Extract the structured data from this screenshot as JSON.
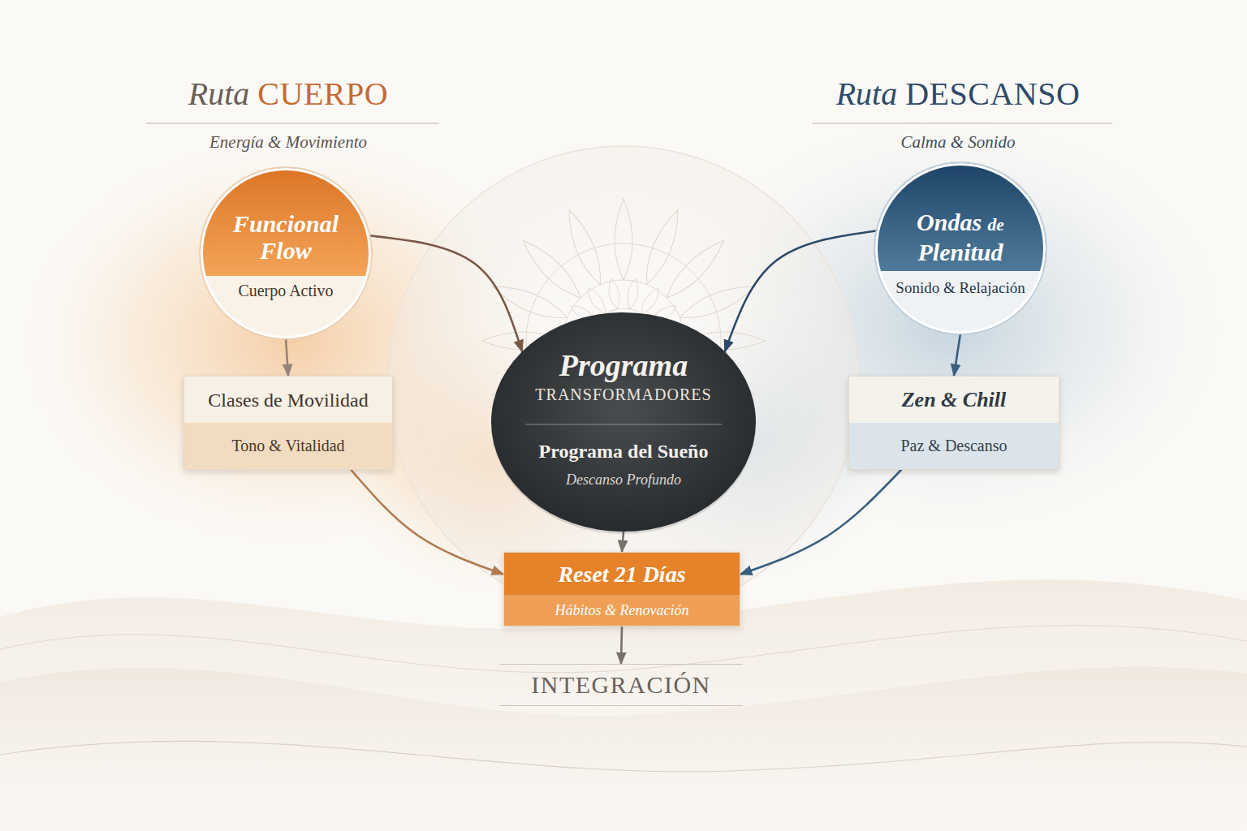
{
  "diagram": {
    "nodes": [
      {
        "text": [
          "Funcional Flow",
          "Cuerpo Activo"
        ]
      },
      {
        "text": [
          "Clases de Movilidad",
          "Tono & Vitalidad"
        ]
      },
      {
        "text": [
          "Programa",
          "TRANSFORMADORES",
          "Programa del Sueño",
          "Descanso Profundo"
        ]
      },
      {
        "text": [
          "Ondas de Plenitud",
          "Sonido & Relajación"
        ]
      },
      {
        "text": [
          "Zen & Chill",
          "Paz & Descanso"
        ]
      },
      {
        "text": [
          "Reset 21 Días",
          "Hábitos & Renovación"
        ]
      },
      {
        "text": [
          "INTEGRACIÓN"
        ]
      }
    ],
    "edges": [
      {
        "from": 0,
        "to": 1,
        "arrow": "to"
      },
      {
        "from": 0,
        "to": 2,
        "arrow": "to"
      },
      {
        "from": 3,
        "to": 2,
        "arrow": "to"
      },
      {
        "from": 3,
        "to": 4,
        "arrow": "to"
      },
      {
        "from": 1,
        "to": 5,
        "arrow": "to"
      },
      {
        "from": 2,
        "to": 5,
        "arrow": "to"
      },
      {
        "from": 4,
        "to": 5,
        "arrow": "to"
      },
      {
        "from": 5,
        "to": 6,
        "arrow": "to"
      }
    ],
    "labels": [
      "Ruta CUERPO",
      "Energía & Movimiento",
      "Ruta DESCANSO",
      "Calma & Sonido"
    ]
  }
}
